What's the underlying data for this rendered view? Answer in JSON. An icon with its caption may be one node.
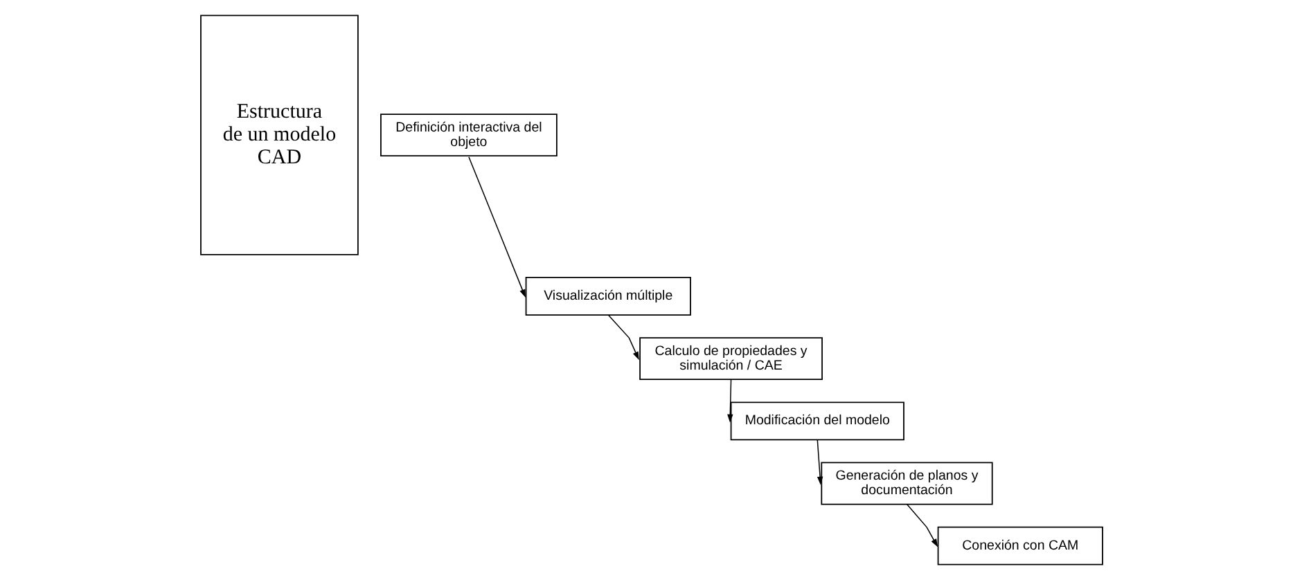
{
  "diagram": {
    "nodes": [
      {
        "text": [
          "Estructura de un modelo CAD"
        ]
      },
      {
        "text": [
          "Definición interactiva del objeto"
        ]
      },
      {
        "text": [
          "Visualización múltiple"
        ]
      },
      {
        "text": [
          "Calculo de propiedades y simulación / CAE"
        ]
      },
      {
        "text": [
          "Modificación del modelo"
        ]
      },
      {
        "text": [
          "Generación de planos y documentación"
        ]
      },
      {
        "text": [
          "Conexión con CAM"
        ]
      }
    ],
    "edges": [
      {
        "from": 1,
        "to": 2,
        "arrow": "to"
      },
      {
        "from": 2,
        "to": 3,
        "arrow": "to"
      },
      {
        "from": 3,
        "to": 4,
        "arrow": "to"
      },
      {
        "from": 4,
        "to": 5,
        "arrow": "to"
      },
      {
        "from": 5,
        "to": 6,
        "arrow": "to"
      }
    ]
  }
}
